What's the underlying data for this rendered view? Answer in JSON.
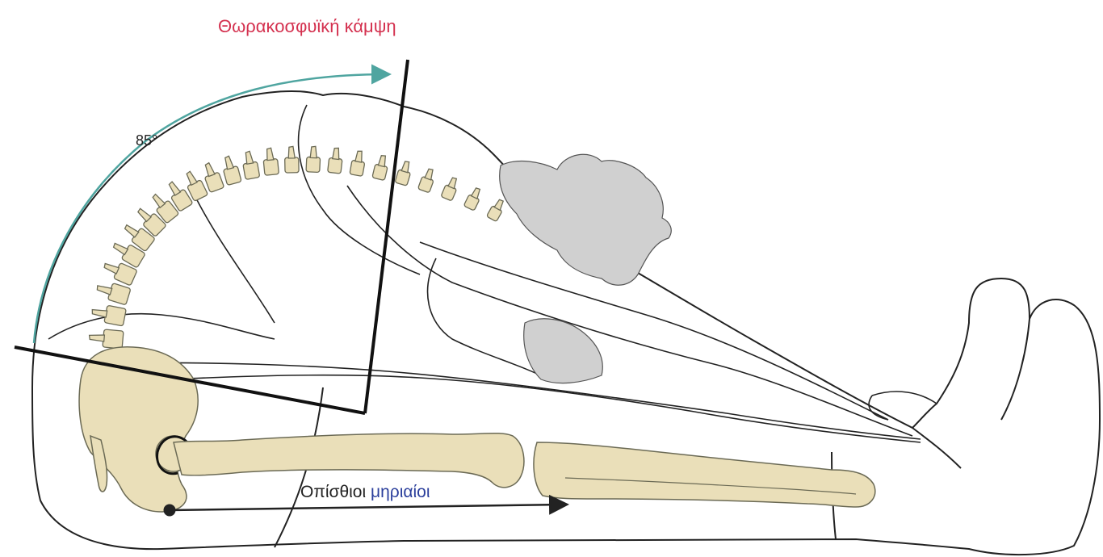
{
  "title": "Θωρακοσφυϊκή κάμψη",
  "angle": "85°",
  "muscle_label_part1": "Οπίσθιοι ",
  "muscle_label_part2": "μηριαίοι",
  "colors": {
    "title": "#d4314f",
    "bone": "#eadfb9",
    "bone_stroke": "#6b6a55",
    "arc": "#4fa5a0",
    "outline": "#222222",
    "organs": "#d0d0d0",
    "accent_text": "#2b3f9c"
  },
  "icons": [
    "spine",
    "pelvis",
    "femur",
    "tibia",
    "foot",
    "arrow"
  ]
}
